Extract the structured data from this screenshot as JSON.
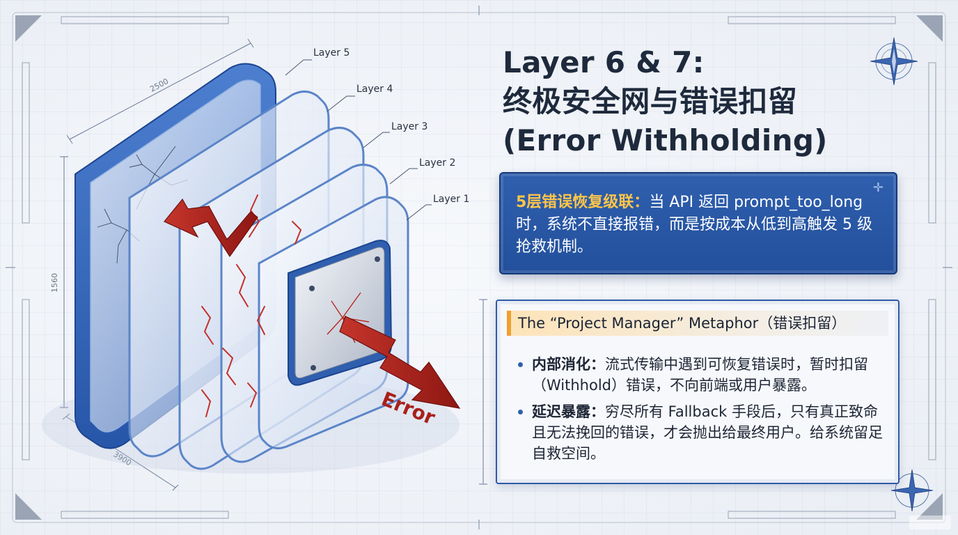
{
  "title": {
    "line1": "Layer 6 & 7:",
    "line2": "终极安全网与错误扣留",
    "line3": "(Error Withholding)"
  },
  "diagram": {
    "layer_labels": [
      "Layer 5",
      "Layer 4",
      "Layer 3",
      "Layer 2",
      "Layer 1"
    ],
    "dimensions": {
      "top": "2500",
      "side": "1560",
      "bottom": "3900"
    },
    "error_label": "Error"
  },
  "cascade_box": {
    "lead": "5层错误恢复级联：",
    "text": "当 API 返回 prompt_too_long 时，系统不直接报错，而是按成本从低到高触发 5 级抢救机制。"
  },
  "metaphor_box": {
    "heading": "The “Project Manager” Metaphor（错误扣留）",
    "items": [
      {
        "term": "内部消化：",
        "text": "流式传输中遇到可恢复错误时，暂时扣留（Withhold）错误，不向前端或用户暴露。"
      },
      {
        "term": "延迟暴露：",
        "text": "穷尽所有 Fallback 手段后，只有真正致命且无法挽回的错误，才会抛出给最终用户。给系统留足自救空间。"
      }
    ]
  },
  "colors": {
    "blue_primary": "#2f5fae",
    "accent_orange": "#f0a030",
    "error_red": "#a8201c",
    "title_dark": "#1e2a3c"
  }
}
